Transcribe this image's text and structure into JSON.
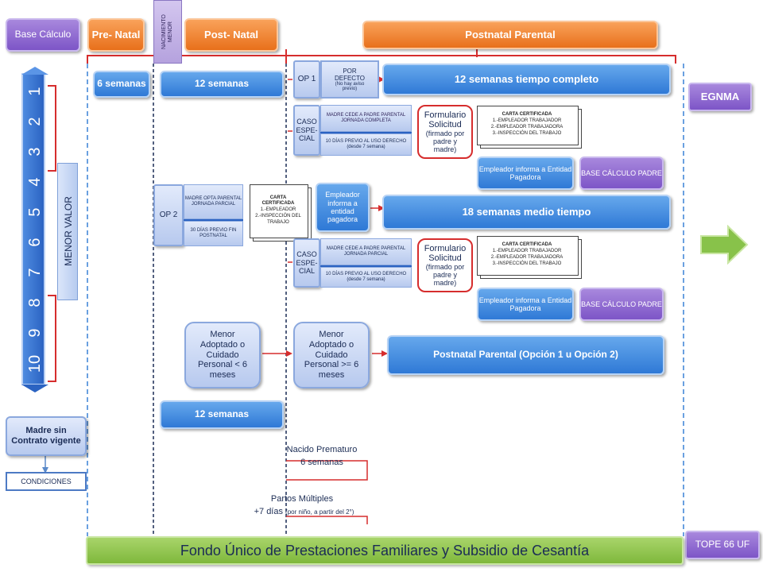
{
  "header": {
    "base_calculo": "Base Cálculo",
    "pre_natal": "Pre- Natal",
    "nacimiento_menor": "NACIMIENTO MENOR",
    "post_natal": "Post- Natal",
    "postnatal_parental": "Postnatal Parental"
  },
  "scale": {
    "numbers": [
      "1",
      "2",
      "3",
      "4",
      "5",
      "6",
      "7",
      "8",
      "9",
      "10"
    ],
    "menor_valor": "MENOR VALOR"
  },
  "left": {
    "madre_sin_contrato": "Madre sin Contrato vigente",
    "condiciones": "CONDICIONES"
  },
  "prenatal": {
    "weeks": "6 semanas"
  },
  "postnatal": {
    "weeks": "12 semanas",
    "weeks_bottom": "12 semanas"
  },
  "op1": {
    "label": "OP 1",
    "por_defecto": "POR DEFECTO",
    "no_hay_aviso": "(No hay aviso previo)",
    "result": "12 semanas tiempo completo"
  },
  "caso_especial_1": {
    "label": "CASO ESPE- CIAL",
    "top": "MADRE CEDE A PADRE PARENTAL JORNADA COMPLETA",
    "bottom": "10 DÍAS PREVIO AL USO DERECHO (desde 7 semana)",
    "formulario": "Formulario Solicitud",
    "formulario_sub": "(firmado por padre y madre)",
    "carta_title": "CARTA CERTIFICADA",
    "carta_lines": [
      "1.-EMPLEADOR TRABAJADOR",
      "2.-EMPLEADOR TRABAJADORA",
      "3.-INSPECCIÓN DEL TRABAJO"
    ],
    "empleador": "Empleador informa a Entidad Pagadora",
    "base_padre": "BASE CÁLCULO PADRE"
  },
  "op2": {
    "label": "OP 2",
    "top": "MADRE OPTA PARENTAL JORNADA PARCIAL",
    "bottom": "30 DÍAS PREVIO FIN POSTNATAL",
    "carta_title": "CARTA CERTIFICADA",
    "carta_lines": [
      "1.-EMPLEADOR",
      "2.-INSPECCIÓN DEL TRABAJO"
    ],
    "empleador": "Empleador informa a entidad pagadora",
    "result": "18 semanas medio tiempo"
  },
  "caso_especial_2": {
    "label": "CASO ESPE- CIAL",
    "top": "MADRE CEDE A PADRE PARENTAL JORNADA PARCIAL",
    "bottom": "10 DÍAS PREVIO AL USO DERECHO (desde 7 semana)",
    "formulario": "Formulario Solicitud",
    "formulario_sub": "(firmado por padre y madre)",
    "carta_title": "CARTA CERTIFICADA",
    "carta_lines": [
      "1.-EMPLEADOR TRABAJADOR",
      "2.-EMPLEADOR TRABAJADORA",
      "3.-INSPECCIÓN DEL TRABAJO"
    ],
    "empleador": "Empleador informa a Entidad Pagadora",
    "base_padre": "BASE CÁLCULO PADRE"
  },
  "adoption": {
    "menor_6": "Menor Adoptado o Cuidado Personal < 6 meses",
    "mayor_6": "Menor Adoptado o Cuidado Personal >= 6 meses",
    "result": "Postnatal Parental (Opción 1 u Opción 2)"
  },
  "special": {
    "prematuro_line1": "Nacido Prematuro",
    "prematuro_line2": "6 semanas",
    "multiples_line1": "Partos Múltiples",
    "multiples_line2a": "+7 días",
    "multiples_line2b": "(por niño, a partir del 2°)"
  },
  "right": {
    "egnma": "EGNMA",
    "tope": "TOPE 66 UF"
  },
  "footer": {
    "title": "Fondo Único de Prestaciones Familiares y Subsidio de Cesantía"
  },
  "colors": {
    "purple": "#7d55c7",
    "orange": "#e8701b",
    "blue": "#2f79d6",
    "red": "#d62d2d",
    "green": "#7fb83c"
  }
}
